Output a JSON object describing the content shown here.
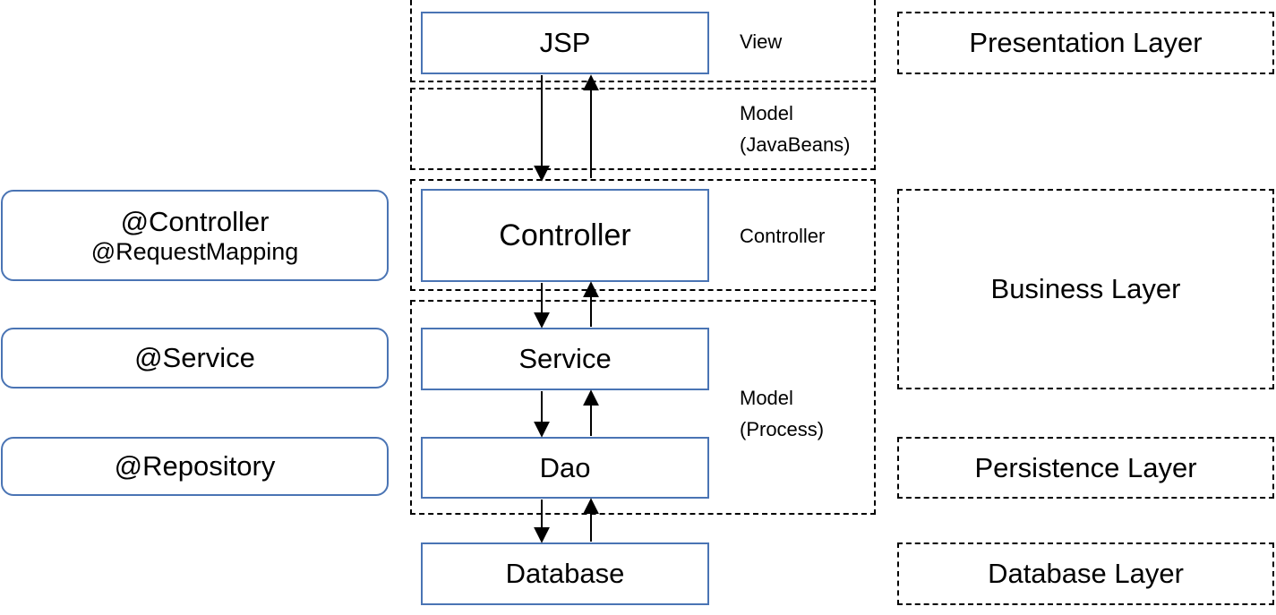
{
  "annotations": {
    "controller": "@Controller",
    "request_mapping": "@RequestMapping",
    "service": "@Service",
    "repository": "@Repository"
  },
  "components": {
    "jsp": "JSP",
    "controller": "Controller",
    "service": "Service",
    "dao": "Dao",
    "database": "Database"
  },
  "mvc_labels": {
    "view": "View",
    "model_beans_line1": "Model",
    "model_beans_line2": "(JavaBeans)",
    "controller": "Controller",
    "model_process_line1": "Model",
    "model_process_line2": "(Process)"
  },
  "layers": {
    "presentation": "Presentation Layer",
    "business": "Business Layer",
    "persistence": "Persistence Layer",
    "database": "Database Layer"
  },
  "colors": {
    "box_border": "#4a74b4",
    "dashed_border": "#000000",
    "arrow": "#000000"
  }
}
